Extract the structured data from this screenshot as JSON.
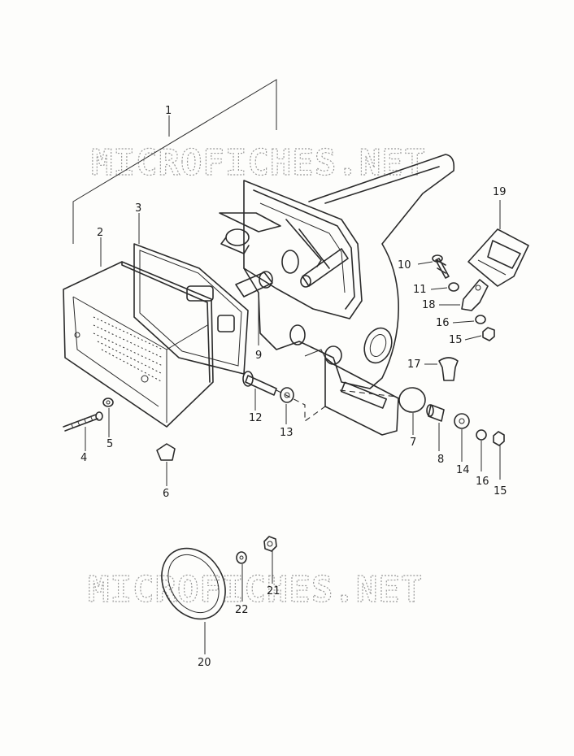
{
  "watermark": "MICROFICHES.NET",
  "labels": {
    "p1": "1",
    "p2": "2",
    "p3": "3",
    "p4": "4",
    "p5": "5",
    "p6": "6",
    "p7": "7",
    "p8": "8",
    "p9": "9",
    "p10": "10",
    "p11": "11",
    "p12": "12",
    "p13": "13",
    "p14": "14",
    "p15a": "15",
    "p15b": "15",
    "p16a": "16",
    "p16b": "16",
    "p17": "17",
    "p18": "18",
    "p19": "19",
    "p20": "20",
    "p21": "21",
    "p22": "22"
  }
}
